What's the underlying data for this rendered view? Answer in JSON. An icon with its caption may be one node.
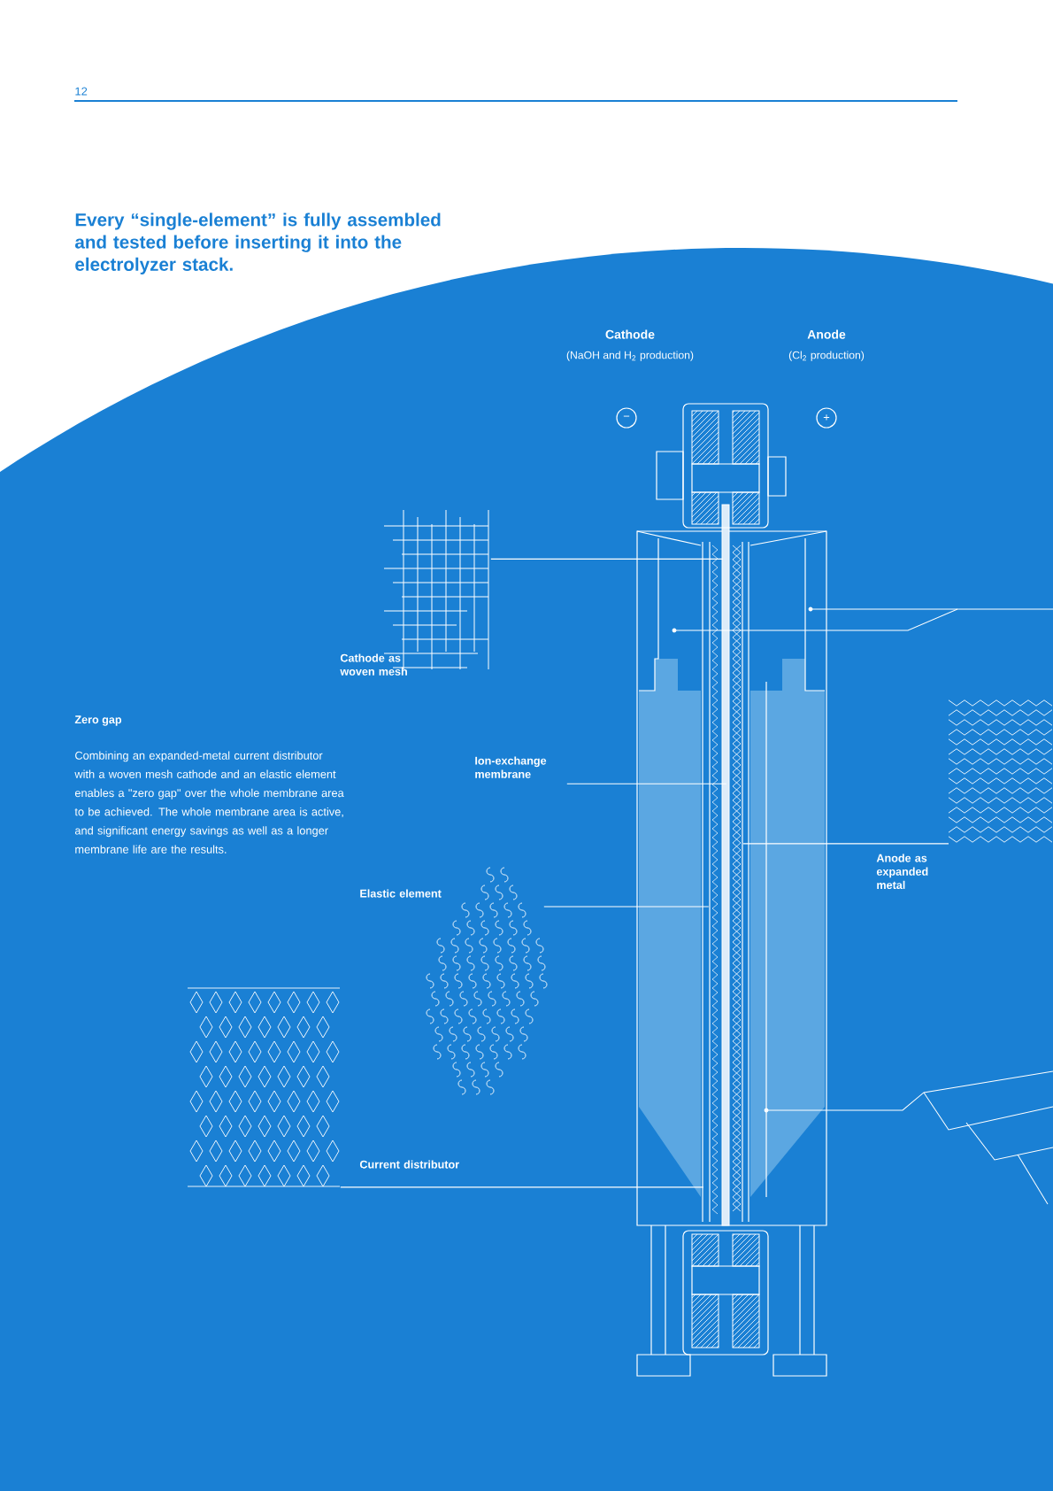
{
  "diagram": {
    "title": "Every “single-element” is fully assembled and tested before inserting it into the electrolyzer stack.",
    "nodes": [
      {
        "text": [],
        "shape": "picture",
        "beside": [
          "Cathode as woven mesh"
        ]
      },
      {
        "text": [
          "Ion-exchange membrane"
        ]
      },
      {
        "text": [],
        "shape": "picture",
        "beside": [
          "Elastic element"
        ]
      },
      {
        "text": [],
        "shape": "picture",
        "beside": [
          "Current distributor"
        ]
      },
      {
        "text": [],
        "shape": "picture",
        "beside": [
          "Anode as expanded metal"
        ]
      }
    ],
    "edges": [
      {
        "from": 0,
        "to": null,
        "arrow": "none"
      },
      {
        "from": 1,
        "to": null,
        "arrow": "none"
      },
      {
        "from": 2,
        "to": null,
        "arrow": "none"
      },
      {
        "from": 3,
        "to": null,
        "arrow": "none"
      },
      {
        "from": 4,
        "to": null,
        "arrow": "none"
      }
    ],
    "labels": [
      "12",
      "Cathode",
      "(NaOH and H$_{2}$ production)",
      "Anode",
      "(Cl$_{2}$ production)",
      "−",
      "+",
      "Zero gap",
      "Combining an expanded-metal current distributor with a woven mesh cathode and an elastic element enables a \"zero gap\" over the whole membrane area to be achieved. The whole membrane area is active, and significant energy savings as well as a longer membrane life are the results."
    ]
  }
}
